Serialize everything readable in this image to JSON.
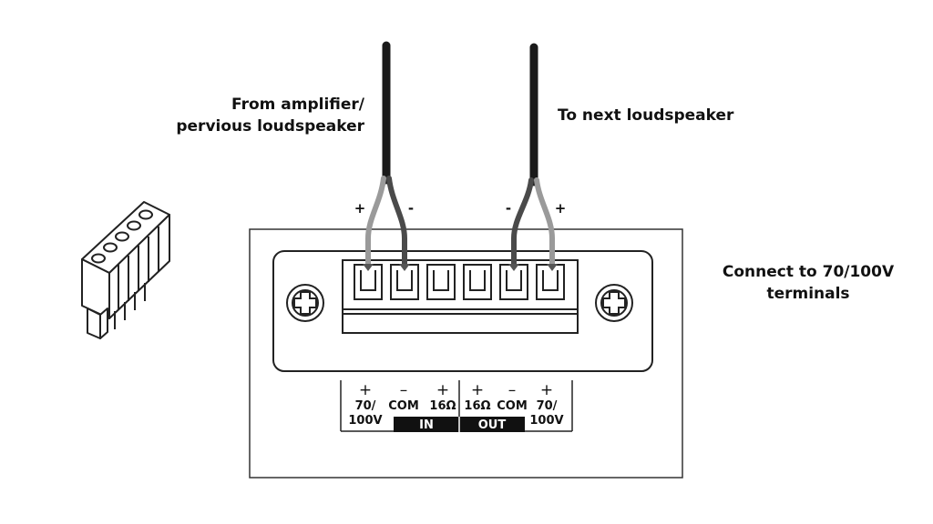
{
  "labels": {
    "from_line1": "From amplifier/",
    "from_line2": "pervious loudspeaker",
    "to_next": "To next loudspeaker",
    "connect_line1": "Connect to 70/100V",
    "connect_line2": "terminals"
  },
  "wire_signs": {
    "in_plus": "+",
    "in_minus": "-",
    "out_minus": "-",
    "out_plus": "+"
  },
  "terminal_legend": {
    "polarity": [
      "+",
      "–",
      "+",
      "+",
      "–",
      "+"
    ],
    "t1": [
      "70/",
      "100V"
    ],
    "t2": "COM",
    "t3": "16Ω",
    "t4": "16Ω",
    "t5": "COM",
    "t6": [
      "70/",
      "100V"
    ],
    "group_in": "IN",
    "group_out": "OUT"
  },
  "colors": {
    "line": "#222222",
    "wire_sheath": "#1a1a1a",
    "wire_light": "#9a9a9a",
    "wire_dark": "#4a4a4a",
    "group_bar": "#111111"
  }
}
